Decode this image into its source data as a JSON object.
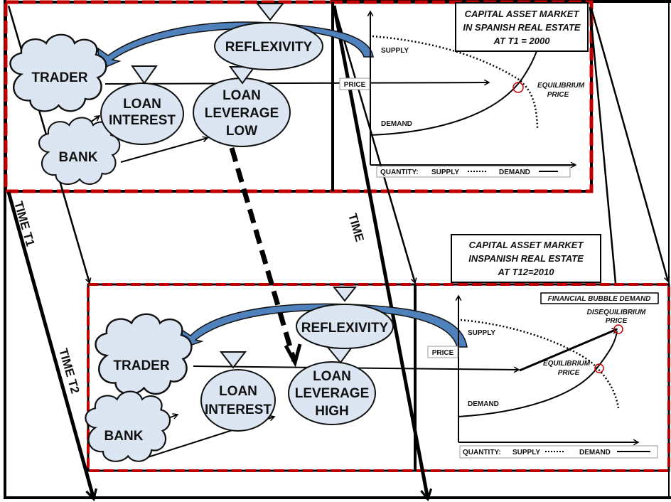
{
  "colors": {
    "node_fill": "#dce6f2",
    "node_stroke": "#111111",
    "frame_dash_red": "#c00000",
    "feedback_arrow": "#4f81bd",
    "equilibrium_marker": "#cc0000",
    "line": "#000000"
  },
  "time_labels": {
    "t1": "TIME T1",
    "t2": "TIME T2",
    "middle": "TIME"
  },
  "panel_t1": {
    "nodes": {
      "trader": "TRADER",
      "bank": "BANK",
      "loan_interest": [
        "LOAN",
        "INTEREST"
      ],
      "loan_leverage": [
        "LOAN",
        "LEVERAGE",
        "LOW"
      ],
      "reflexivity": "REFLEXIVITY"
    },
    "market": {
      "title": [
        "CAPITAL ASSET MARKET",
        "IN SPANISH REAL ESTATE",
        "AT  T1 = 2000"
      ],
      "price_label": "PRICE",
      "supply_label": "SUPPLY",
      "demand_label": "DEMAND",
      "equilibrium_label": [
        "EQUILIBRIUM",
        "PRICE"
      ],
      "legend": {
        "quantity": "QUANTITY:",
        "supply": "SUPPLY",
        "demand": "DEMAND"
      }
    }
  },
  "panel_t2": {
    "nodes": {
      "trader": "TRADER",
      "bank": "BANK",
      "loan_interest": [
        "LOAN",
        "INTEREST"
      ],
      "loan_leverage": [
        "LOAN",
        "LEVERAGE",
        "HIGH"
      ],
      "reflexivity": "REFLEXIVITY"
    },
    "market": {
      "title": [
        "CAPITAL ASSET MARKET",
        "INSPANISH REAL ESTATE",
        "AT  T12=2010"
      ],
      "bubble_label": "FINANCIAL BUBBLE DEMAND",
      "price_label": "PRICE",
      "supply_label": "SUPPLY",
      "demand_label": "DEMAND",
      "equilibrium_label": [
        "EQUILIBRIUM",
        "PRICE"
      ],
      "disequilibrium_label": [
        "DISEQUILIBRIUM",
        "PRICE"
      ],
      "legend": {
        "quantity": "QUANTITY:",
        "supply": "SUPPLY",
        "demand": "DEMAND"
      }
    }
  }
}
